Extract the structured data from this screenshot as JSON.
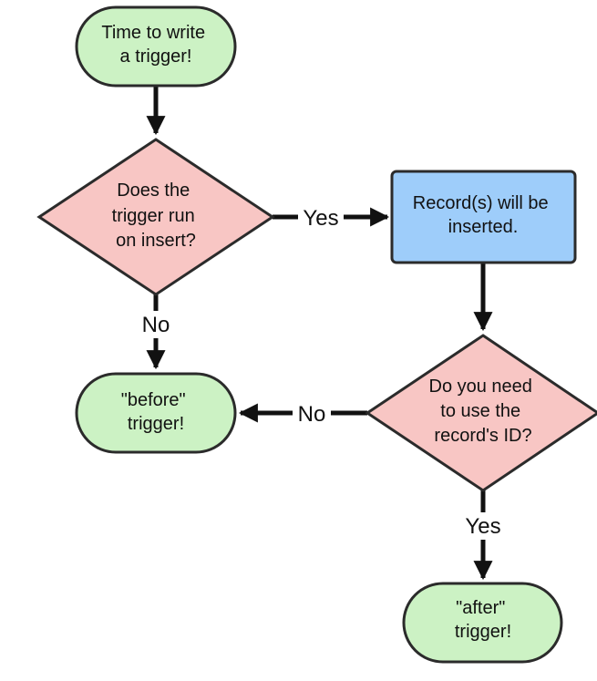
{
  "colors": {
    "terminal_fill": "#ccf2c4",
    "decision_fill": "#f8c6c4",
    "process_fill": "#9ecdfa",
    "stroke": "#2b2b2b",
    "arrow": "#111111"
  },
  "nodes": {
    "start": {
      "lines": [
        "Time to write",
        "a trigger!"
      ]
    },
    "decision_insert": {
      "lines": [
        "Does the",
        "trigger run",
        "on insert?"
      ]
    },
    "process_inserted": {
      "lines": [
        "Record(s) will be",
        "inserted."
      ]
    },
    "decision_id": {
      "lines": [
        "Do you need",
        "to use the",
        "record's ID?"
      ]
    },
    "before_trigger": {
      "lines": [
        "\"before\"",
        "trigger!"
      ]
    },
    "after_trigger": {
      "lines": [
        "\"after\"",
        "trigger!"
      ]
    }
  },
  "edges": {
    "insert_yes": "Yes",
    "insert_no": "No",
    "id_no": "No",
    "id_yes": "Yes"
  }
}
